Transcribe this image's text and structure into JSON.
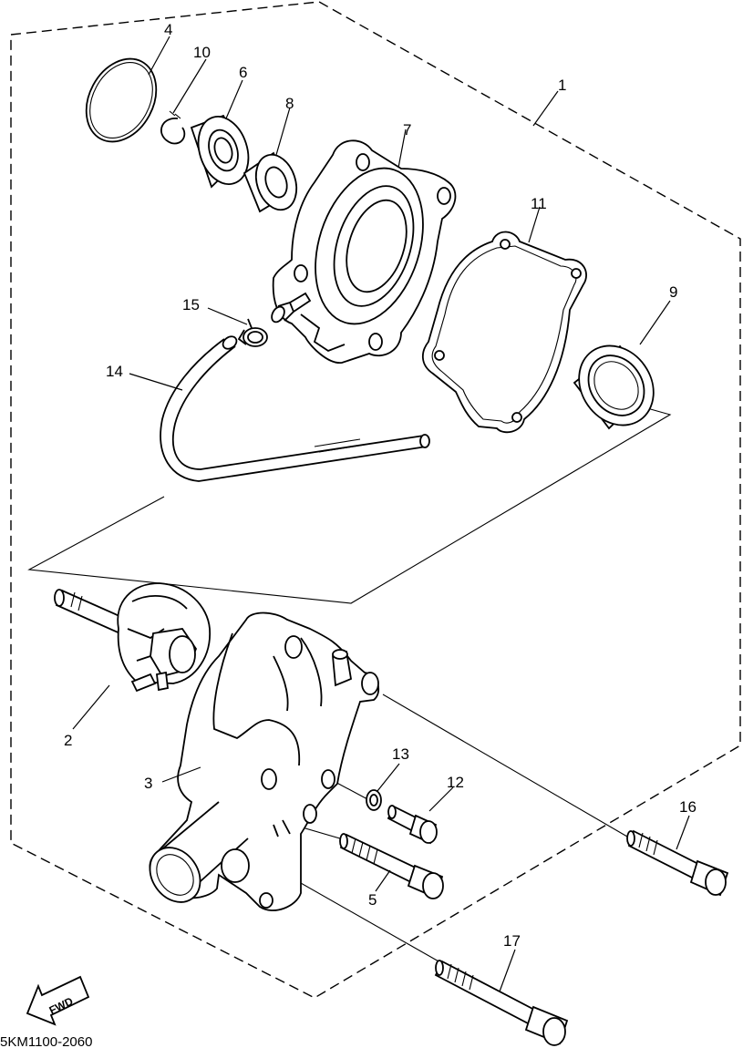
{
  "callouts": {
    "p1": "1",
    "p2": "2",
    "p3": "3",
    "p4": "4",
    "p5": "5",
    "p6": "6",
    "p7": "7",
    "p8": "8",
    "p9": "9",
    "p10": "10",
    "p11": "11",
    "p12": "12",
    "p13": "13",
    "p14": "14",
    "p15": "15",
    "p16": "16",
    "p17": "17"
  },
  "fwd_label": "FWD",
  "diagram_code": "5KM1100-2060"
}
